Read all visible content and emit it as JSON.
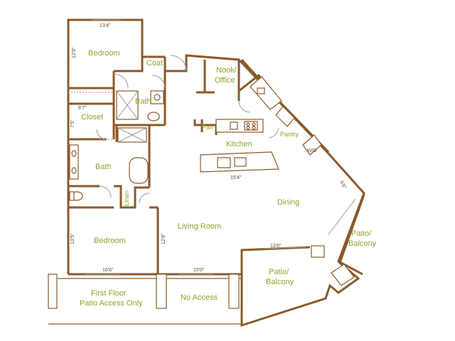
{
  "rooms": {
    "bedroom_top": "Bedroom",
    "coat": "Coat",
    "nook_line1": "Nook/",
    "nook_line2": "Office",
    "bath_top": "Bath",
    "closet": "Closet",
    "pan": "Pan",
    "pantry": "Pantry",
    "kitchen": "Kitchen",
    "bath_left": "Bath",
    "linen": "Linen",
    "dining": "Dining",
    "living_room": "Living Room",
    "bedroom_bottom": "Bedroom",
    "patio_right_line1": "Patio/",
    "patio_right_line2": "Balcony",
    "patio_mid_line1": "Patio/",
    "patio_mid_line2": "Balcony",
    "first_floor_line1": "First Floor",
    "first_floor_line2": "Patio Access Only",
    "no_access": "No Access",
    "washer_dryer": "W/D"
  },
  "dimensions": {
    "bedroom_top_width": "13'4\"",
    "bedroom_top_depth": "12'8\"",
    "closet_width": "8'7\"",
    "closet_depth": "7'5\"",
    "kitchen_width": "15'4\"",
    "dining_diag": "6'6\"",
    "patio_mid_width": "13'6\"",
    "bedroom_bottom_depth": "13'5\"",
    "bedroom_bottom_width": "16'6\"",
    "living_depth": "12'8\"",
    "living_width": "15'0\""
  }
}
